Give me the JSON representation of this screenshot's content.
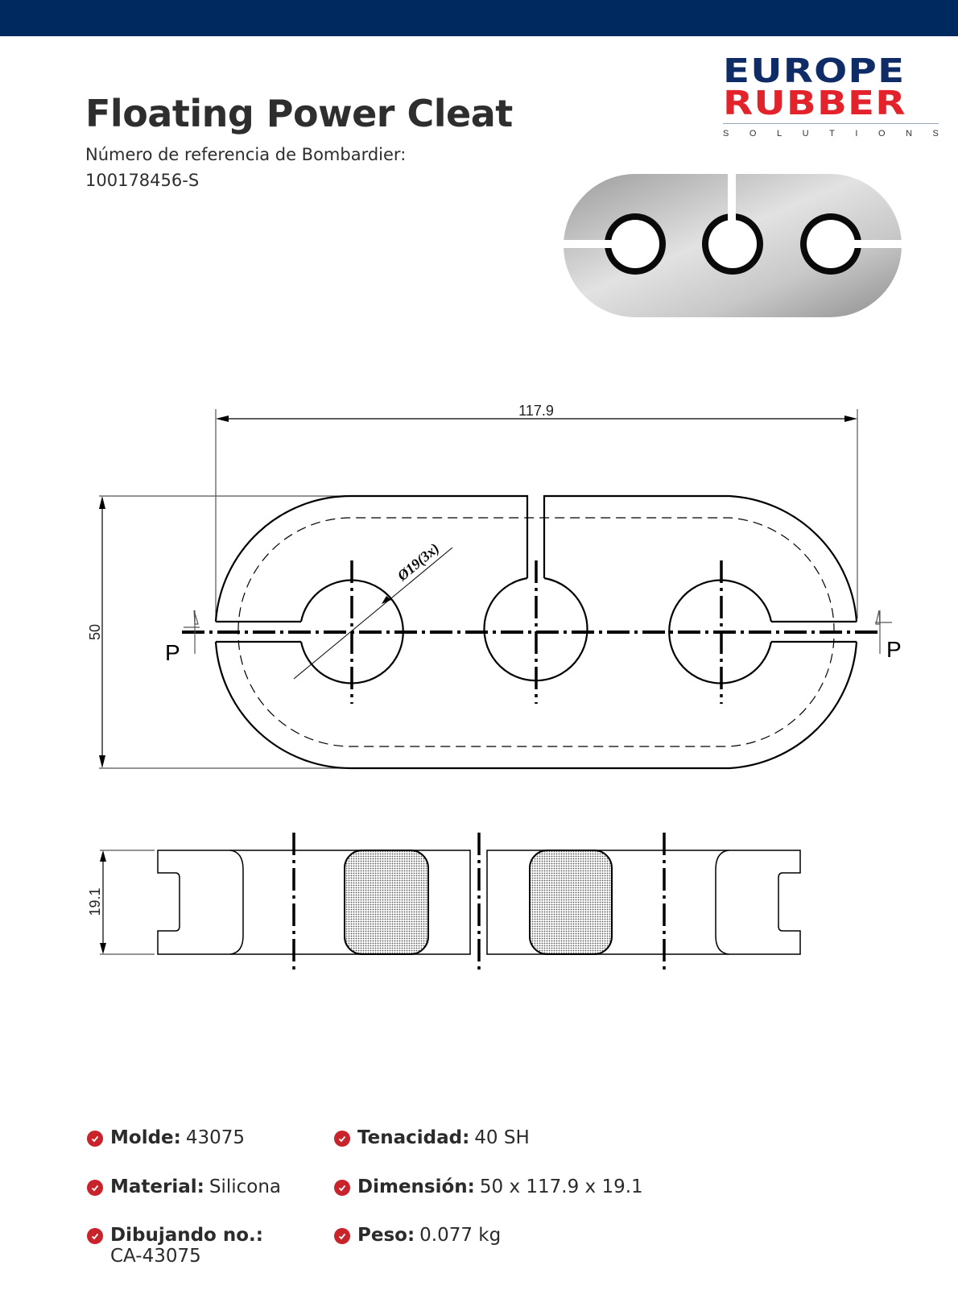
{
  "header": {
    "bar_color": "#002a5f",
    "title": "Floating Power Cleat",
    "ref_label": "Número de referencia de Bombardier:",
    "ref_value": "100178456-S"
  },
  "logo": {
    "line1": "EUROPE",
    "line2": "RUBBER",
    "line3": [
      "S",
      "O",
      "L",
      "U",
      "T",
      "I",
      "O",
      "N",
      "S"
    ],
    "colors": {
      "primary": "#0f2c66",
      "accent": "#e3232c"
    }
  },
  "photo": {
    "alt": "product-photo-three-hole-cleat"
  },
  "drawing": {
    "width_dim": "117.9",
    "height_dim": "50",
    "hole_dim": "Ø19(3x)",
    "section_mark": "P",
    "thickness_dim": "19.1"
  },
  "specs": [
    {
      "key": "Molde:",
      "value": "43075"
    },
    {
      "key": "Material:",
      "value": "Silicona"
    },
    {
      "key": "Dibujando no.:",
      "value": "CA-43075"
    },
    {
      "key": "Tenacidad:",
      "value": "40 SH"
    },
    {
      "key": "Dimensión:",
      "value": "50 x 117.9 x 19.1"
    },
    {
      "key": "Peso:",
      "value": "0.077 kg"
    }
  ],
  "icon_color": "#c9232b"
}
